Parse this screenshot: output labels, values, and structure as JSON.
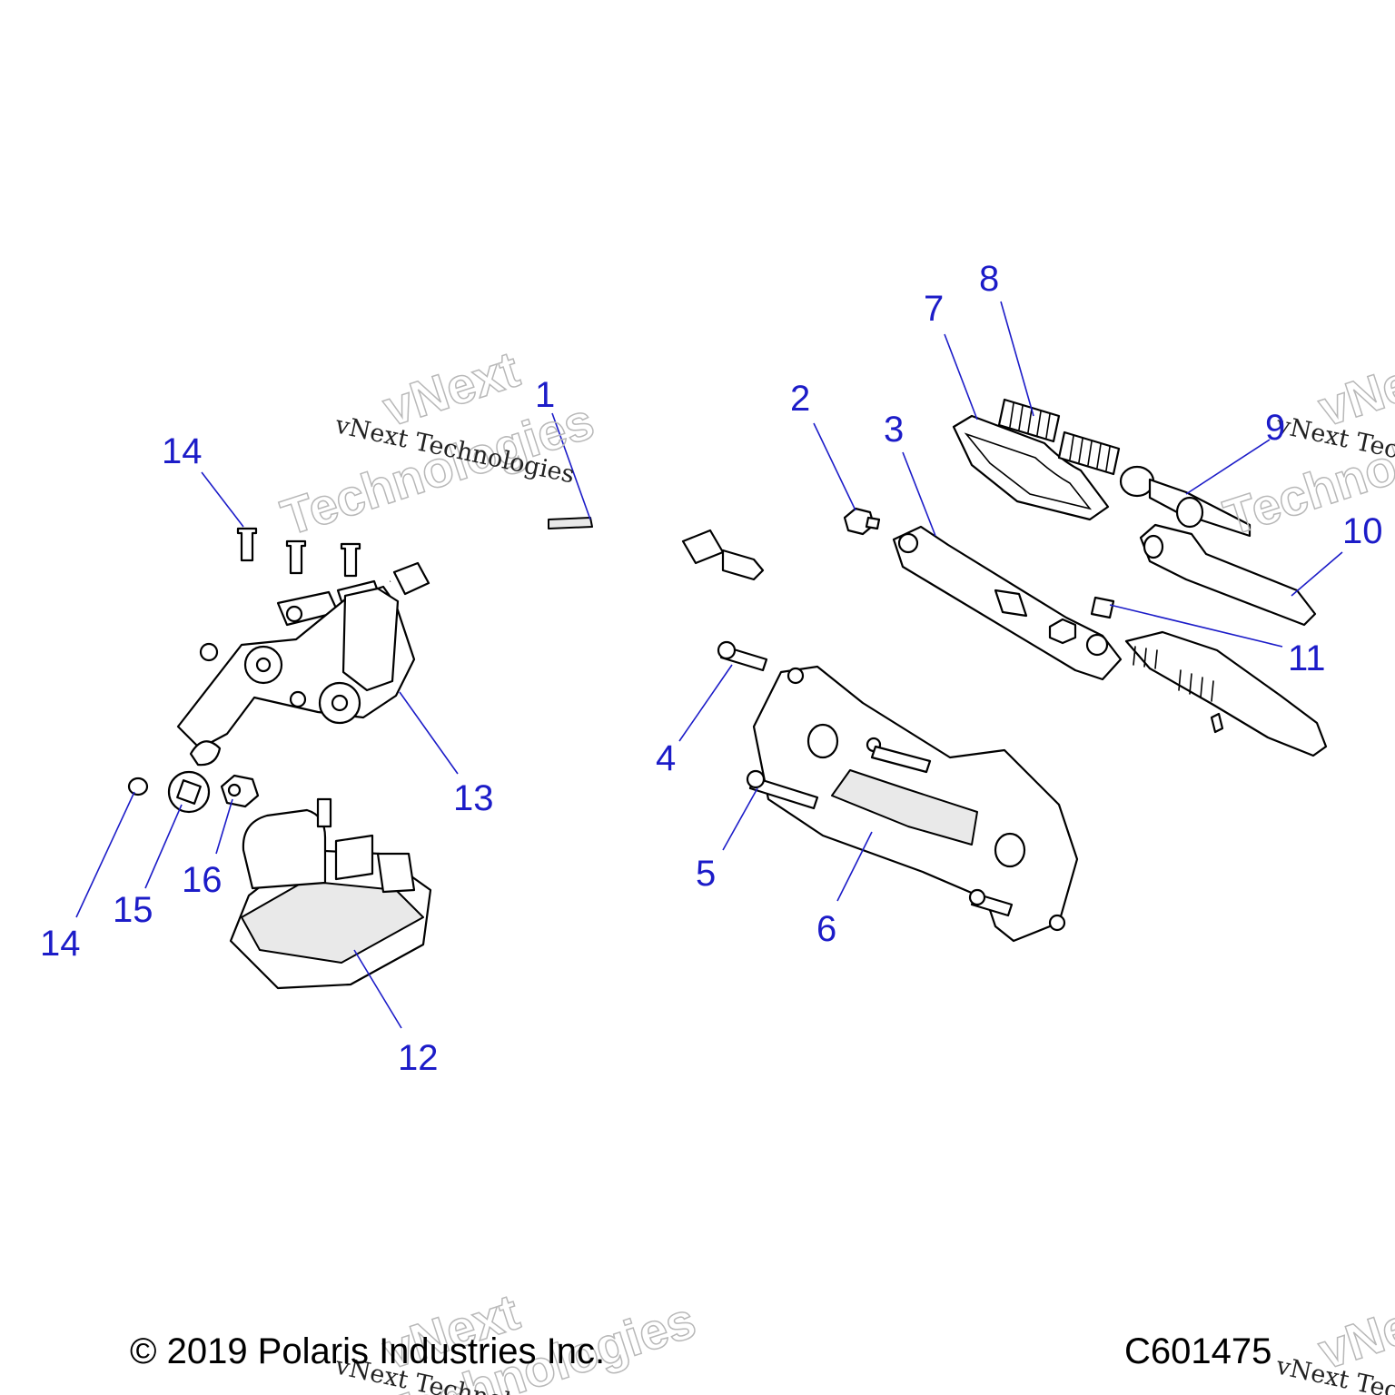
{
  "diagram": {
    "callouts": [
      "1",
      "2",
      "3",
      "4",
      "5",
      "6",
      "7",
      "8",
      "9",
      "10",
      "11",
      "12",
      "13",
      "14",
      "14",
      "15",
      "16"
    ],
    "watermark_outline": [
      "vNext",
      "Technologies"
    ],
    "watermark_text": "vNext Technologies",
    "copyright": "© 2019 Polaris Industries Inc.",
    "figure_id": "C601475",
    "callout_color": "#1c1cc8"
  }
}
